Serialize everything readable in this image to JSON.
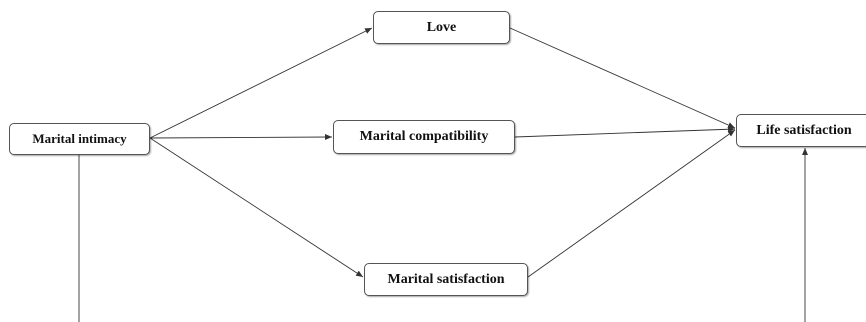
{
  "diagram": {
    "nodes": {
      "love": "Love",
      "marital_intimacy": "Marital intimacy",
      "marital_compatibility": "Marital compatibility",
      "marital_satisfaction": "Marital satisfaction",
      "life_satisfaction": "Life satisfaction"
    },
    "edges": [
      {
        "from": "Marital intimacy",
        "to": "Love"
      },
      {
        "from": "Marital intimacy",
        "to": "Marital compatibility"
      },
      {
        "from": "Marital intimacy",
        "to": "Marital satisfaction"
      },
      {
        "from": "Love",
        "to": "Life satisfaction"
      },
      {
        "from": "Marital compatibility",
        "to": "Life satisfaction"
      },
      {
        "from": "Marital satisfaction",
        "to": "Life satisfaction"
      },
      {
        "from": "Marital intimacy",
        "to": "Life satisfaction"
      }
    ],
    "colors": {
      "line": "#333333",
      "box_border": "#555555",
      "text": "#111111"
    }
  }
}
